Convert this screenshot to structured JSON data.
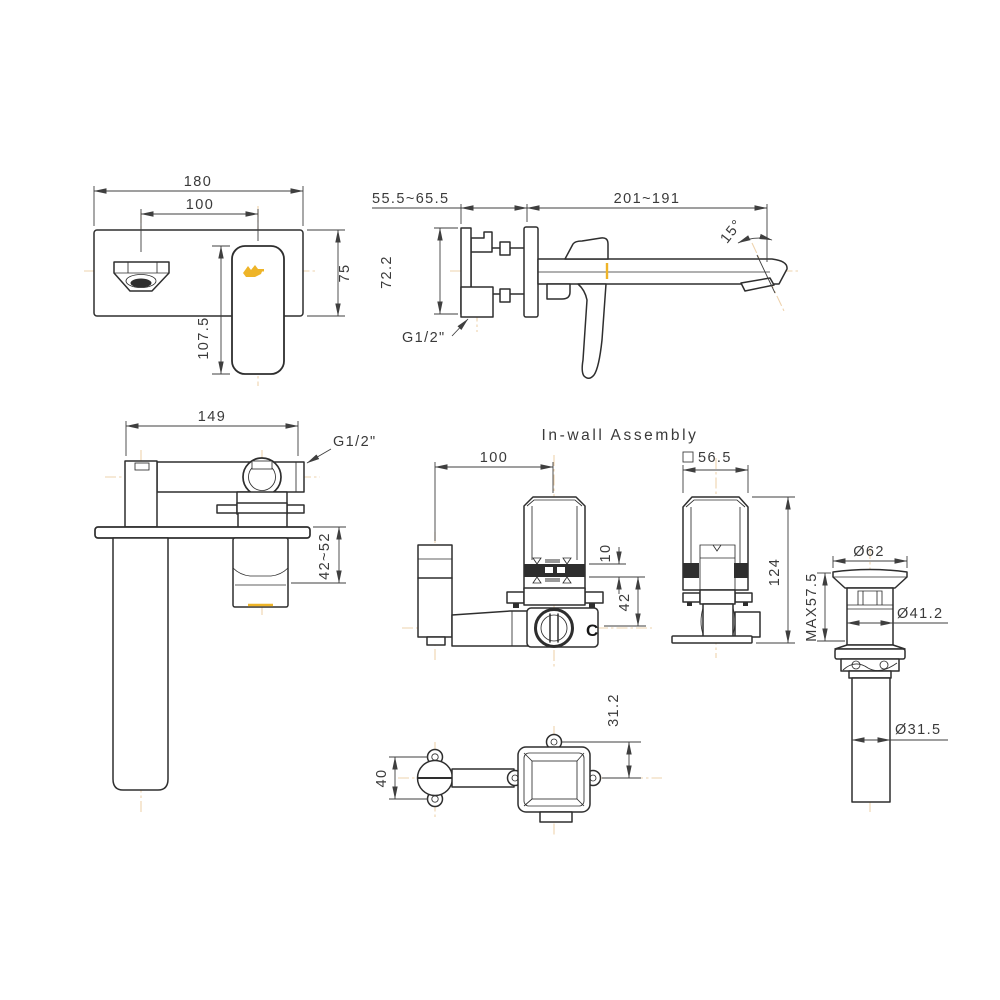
{
  "colors": {
    "line": "#2e2e2e",
    "dimension": "#3f3f3f",
    "centerline": "#eed3ae",
    "accent_gold": "#eeb428",
    "text": "#3a3a3a",
    "background": "#ffffff"
  },
  "views": {
    "faucet_front": {
      "overall_width": "180",
      "spout_to_handle": "100",
      "plate_height": "75",
      "handle_length": "107.5"
    },
    "faucet_side": {
      "wall_adjust_range": "55.5~65.5",
      "spout_reach": "201~191",
      "spout_angle": "15°",
      "body_height": "72.2",
      "thread_size": "G1/2\""
    },
    "mixer_side": {
      "body_width": "149",
      "thread_size": "G1/2\"",
      "wall_range": "42~52"
    },
    "inwall_front": {
      "title": "In-wall Assembly",
      "pipe_spacing": "100",
      "trim_band": "10",
      "embed_depth": "42",
      "marking": "C"
    },
    "inwall_side": {
      "body_square": "56.5",
      "total_height": "124"
    },
    "drain": {
      "cap_diameter": "Ø62",
      "max_height": "MAX57.5",
      "body_diameter": "Ø41.2",
      "tail_diameter": "Ø31.5"
    },
    "inwall_top": {
      "flange_hole_spacing": "40",
      "ear_offset": "31.2"
    }
  }
}
